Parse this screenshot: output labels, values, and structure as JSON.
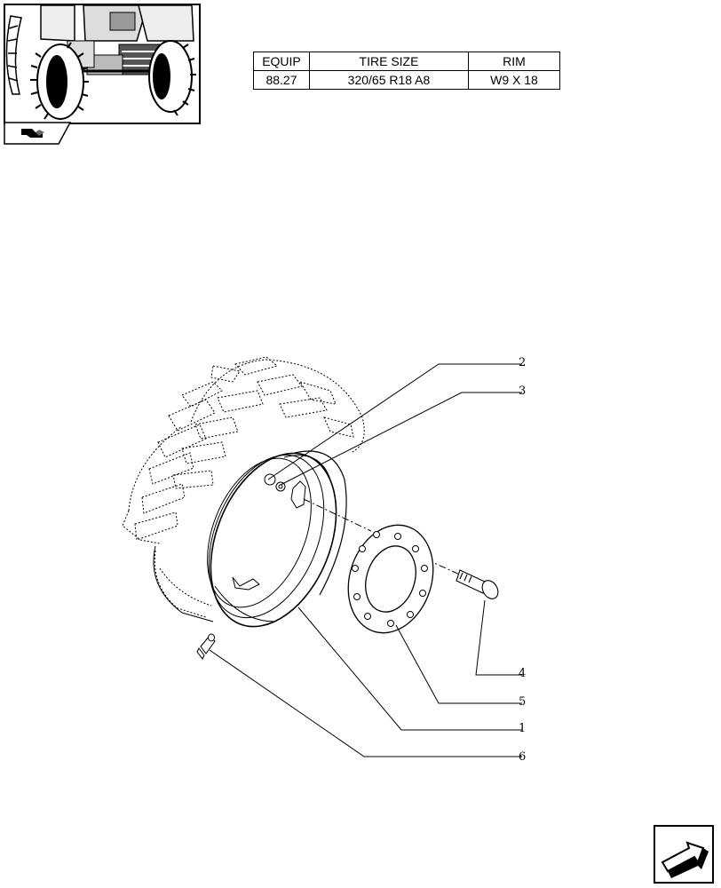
{
  "thumbnail": {
    "icon": "tractor-front-wheel-icon",
    "tab_icon": "section-tab-icon"
  },
  "spec_table": {
    "headers": [
      "EQUIP",
      "TIRE SIZE",
      "RIM"
    ],
    "rows": [
      [
        "88.27",
        "320/65 R18 A8",
        "W9 X 18"
      ]
    ]
  },
  "callouts": [
    "2",
    "3",
    "4",
    "5",
    "1",
    "6"
  ],
  "nav": {
    "icon": "next-page-arrow-icon"
  }
}
